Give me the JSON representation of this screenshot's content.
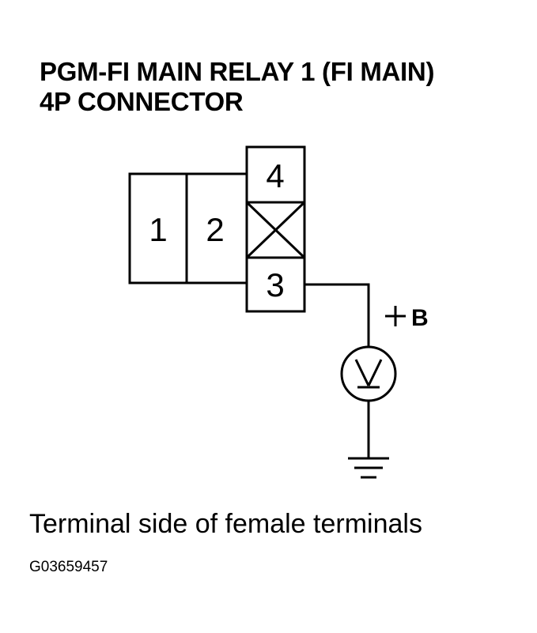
{
  "title": {
    "line1": "PGM-FI MAIN RELAY 1 (FI MAIN)",
    "line2": "4P CONNECTOR"
  },
  "connector": {
    "pins": [
      "1",
      "2",
      "4",
      "3"
    ]
  },
  "supply_label": "+B",
  "meter_symbol": "V",
  "caption": "Terminal side of female terminals",
  "figure_id": "G03659457"
}
